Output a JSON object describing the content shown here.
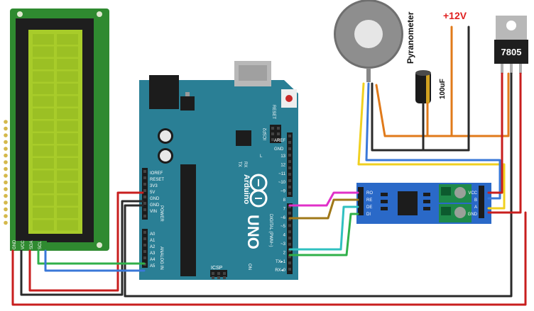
{
  "labels": {
    "pyranometer": "Pyranometer",
    "supply": "+12V",
    "regulator": "7805",
    "capacitor": "100uF",
    "arduino_brand": "Arduino",
    "arduino_model": "UNO",
    "reset": "RESET",
    "icsp": "ICSP",
    "icsp2": "ICSP2",
    "on": "ON",
    "tx": "TX",
    "rx": "RX",
    "l": "L",
    "power": "POWER",
    "analog_in": "ANALOG IN",
    "digital": "DIGITAL (PWM~)",
    "aref": "AREF",
    "gnd": "GND"
  },
  "arduino_power_pins": [
    "IOREF",
    "RESET",
    "3V3",
    "5V",
    "GND",
    "GND",
    "VIN"
  ],
  "arduino_analog_pins": [
    "A0",
    "A1",
    "A2",
    "A3",
    "A4",
    "A5"
  ],
  "arduino_digital_pins": [
    "13",
    "12",
    "~11",
    "~10",
    "~9",
    "8",
    "7",
    "~6",
    "~5",
    "4",
    "~3",
    "2",
    "TX▸1",
    "RX◂0"
  ],
  "lcd_pins": [
    "GND",
    "VCC",
    "SDA",
    "SCL"
  ],
  "rs485_left_pins": [
    "RO",
    "RE",
    "DE",
    "DI"
  ],
  "rs485_right_pins": [
    "VCC",
    "B",
    "A",
    "GND"
  ],
  "colors": {
    "board": "#2a7f95",
    "lcd_pcb": "#2f8a30",
    "lcd_screen": "#a8cc2a",
    "module": "#2a69c8",
    "terminal": "#1f8a4a",
    "red_wire": "#c81e1e",
    "black_wire": "#2a2a2a",
    "orange_wire": "#e07a1a",
    "yellow_wire": "#f0d020",
    "blue_wire": "#3a78d8",
    "green_wire": "#30b04a",
    "cyan_wire": "#30c0c0",
    "magenta_wire": "#e030c8",
    "olive_wire": "#a07818",
    "supply_text": "#e02020"
  }
}
